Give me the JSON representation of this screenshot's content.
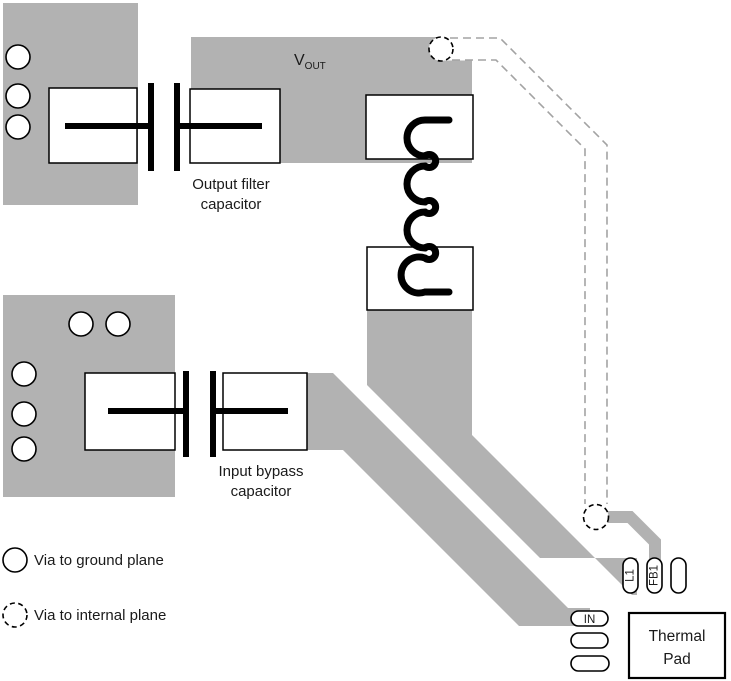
{
  "colors": {
    "copper": "#b2b2b2",
    "dashed_trace": "#a3a3a3",
    "outline": "#000000",
    "background": "#ffffff"
  },
  "labels": {
    "vout_main": "V",
    "vout_sub": "OUT",
    "output_cap_line1": "Output filter",
    "output_cap_line2": "capacitor",
    "input_cap_line1": "Input bypass",
    "input_cap_line2": "capacitor",
    "thermal_line1": "Thermal",
    "thermal_line2": "Pad"
  },
  "pins": {
    "l1": "L1",
    "fb1": "FB1",
    "in": "IN"
  },
  "legend": [
    {
      "style": "solid",
      "label": "Via to ground plane"
    },
    {
      "style": "dashed",
      "label": "Via to internal plane"
    }
  ]
}
